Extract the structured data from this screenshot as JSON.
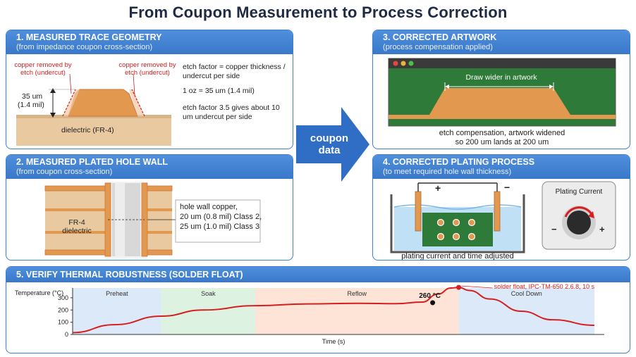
{
  "title": "From Coupon Measurement to Process Correction",
  "arrow": {
    "line1": "coupon",
    "line2": "data"
  },
  "panel1": {
    "heading": "1. MEASURED TRACE GEOMETRY",
    "subheading": "(from impedance coupon cross-section)",
    "left_note": "copper removed by etch (undercut)",
    "right_note": "copper removed by etch (undercut)",
    "thickness_label_1": "35 um",
    "thickness_label_2": "(1.4 mil)",
    "dielectric": "dielectric (FR-4)",
    "text1": "etch factor = copper thickness / undercut per side",
    "text2": "1 oz = 35 um (1.4 mil)",
    "text3": "etch factor 3.5 gives about 10 um undercut per side"
  },
  "panel2": {
    "heading": "2. MEASURED PLATED HOLE WALL",
    "subheading": "(from coupon cross-section)",
    "fr4_1": "FR-4",
    "fr4_2": "dielectric",
    "callout_1": "hole wall copper,",
    "callout_2": "20 um (0.8 mil) Class 2,",
    "callout_3": "25 um (1.0 mil) Class 3"
  },
  "panel3": {
    "heading": "3. CORRECTED ARTWORK",
    "subheading": "(process compensation applied)",
    "draw_label": "Draw wider in artwork",
    "caption_1": "etch compensation, artwork widened",
    "caption_2": "so 200 um lands at 200 um"
  },
  "panel4": {
    "heading": "4. CORRECTED PLATING PROCESS",
    "subheading": "(to meet required hole wall thickness)",
    "plus": "+",
    "minus": "−",
    "knob_title": "Plating Current",
    "knob_minus": "−",
    "knob_plus": "+",
    "caption": "plating current and time adjusted"
  },
  "panel5": {
    "heading": "5. VERIFY THERMAL ROBUSTNESS (SOLDER FLOAT)",
    "chart_data": {
      "type": "line",
      "ylabel": "Temperature (°C)",
      "xlabel": "Time (s)",
      "yticks": [
        0,
        100,
        200,
        300
      ],
      "ylim": [
        0,
        380
      ],
      "xlim": [
        0,
        100
      ],
      "zones": [
        {
          "name": "Preheat",
          "from": 0,
          "to": 17,
          "color": "#dce9f9"
        },
        {
          "name": "Soak",
          "from": 17,
          "to": 35,
          "color": "#def2e1"
        },
        {
          "name": "Reflow",
          "from": 35,
          "to": 74,
          "color": "#fde4d6"
        },
        {
          "name": "Cool Down",
          "from": 74,
          "to": 100,
          "color": "#dce9f9"
        }
      ],
      "series": [
        {
          "x": [
            0,
            8,
            17,
            25,
            35,
            45,
            55,
            62,
            67,
            70,
            72.5,
            74,
            76,
            80,
            86,
            92,
            100
          ],
          "y": [
            15,
            80,
            150,
            200,
            235,
            250,
            255,
            252,
            265,
            330,
            380,
            385,
            360,
            290,
            190,
            120,
            75
          ],
          "color": "#d61f1f"
        }
      ],
      "annotations": [
        {
          "label": "260 °C",
          "x": 69,
          "y": 260,
          "color": "#111111"
        },
        {
          "label": "solder float, IPC-TM-650 2.6.8, 10 s",
          "x": 74,
          "y": 385,
          "color": "#d61f1f"
        }
      ]
    }
  }
}
